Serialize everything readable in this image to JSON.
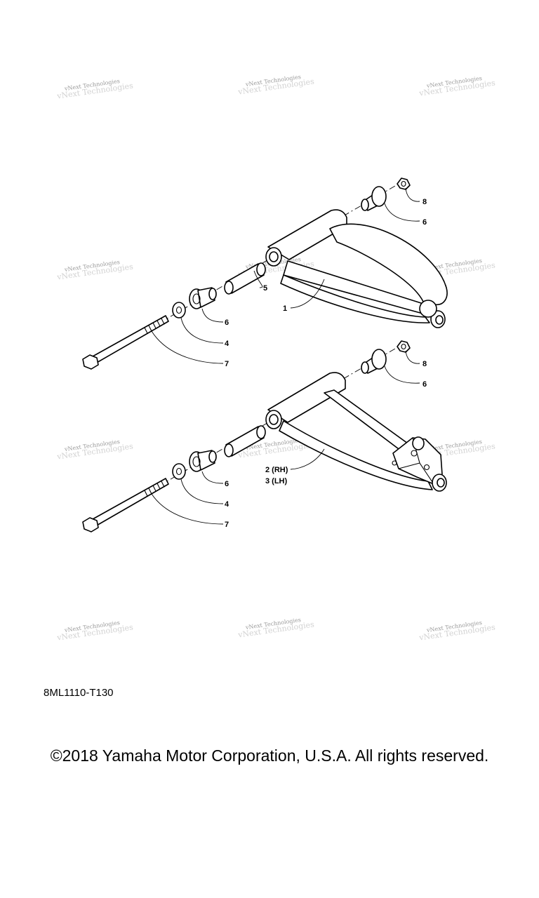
{
  "watermark": {
    "text": "vNext Technologies"
  },
  "upper_assembly": {
    "callouts": [
      "8",
      "6",
      "5",
      "1",
      "6",
      "4",
      "7"
    ]
  },
  "lower_assembly": {
    "callouts": [
      "8",
      "6",
      "2 (RH)",
      "3 (LH)",
      "6",
      "4",
      "7"
    ]
  },
  "diagram_code": "8ML1110-T130",
  "copyright": "©2018 Yamaha Motor Corporation, U.S.A. All rights reserved."
}
